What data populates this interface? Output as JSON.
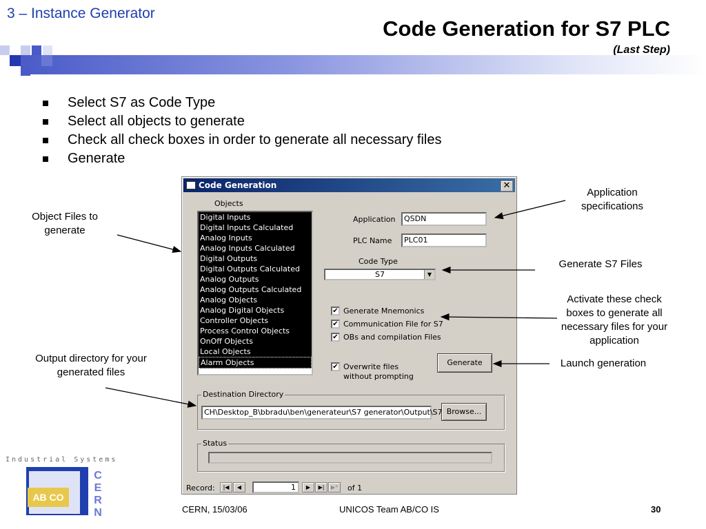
{
  "header": {
    "section": "3 – Instance Generator",
    "title": "Code Generation for S7 PLC",
    "subtitle": "(Last Step)"
  },
  "bullets": [
    "Select S7 as Code Type",
    "Select all objects to generate",
    "Check all check boxes in order to generate all necessary files",
    "Generate"
  ],
  "callouts": {
    "object_files": "Object Files to generate",
    "output_dir": "Output directory for your generated files",
    "app_specs": "Application specifications",
    "gen_s7": "Generate S7 Files",
    "activate": "Activate these check boxes to generate all necessary files for your application",
    "launch": "Launch generation"
  },
  "dialog": {
    "title": "Code Generation",
    "close": "✕",
    "objects_label": "Objects",
    "objects": [
      "Digital Inputs",
      "Digital Inputs Calculated",
      "Analog Inputs",
      "Analog Inputs Calculated",
      "Digital Outputs",
      "Digital Outputs Calculated",
      "Analog Outputs",
      "Analog Outputs Calculated",
      "Analog Objects",
      "Analog Digital Objects",
      "Controller Objects",
      "Process Control Objects",
      "OnOff Objects",
      "Local Objects",
      "Alarm Objects"
    ],
    "application_label": "Application",
    "application_value": "QSDN",
    "plc_label": "PLC Name",
    "plc_value": "PLC01",
    "code_type_label": "Code Type",
    "code_type_value": "S7",
    "checkboxes": [
      {
        "label": "Generate Mnemonics",
        "checked": "✔"
      },
      {
        "label": "Communication File for S7",
        "checked": "✔"
      },
      {
        "label": "OBs and compilation Files",
        "checked": "✔"
      }
    ],
    "overwrite": {
      "label1": "Overwrite files",
      "label2": "without prompting",
      "checked": "✔"
    },
    "generate_button": "Generate",
    "destination_label": "Destination Directory",
    "destination_value": "CH\\Desktop_B\\bbradu\\ben\\generateur\\S7 generator\\Output\\S7",
    "browse_button": "Browse...",
    "status_label": "Status",
    "record_label": "Record:",
    "record_value": "1",
    "record_of": "of 1"
  },
  "footer": {
    "left": "CERN, 15/03/06",
    "center": "UNICOS Team AB/CO IS",
    "page": "30"
  },
  "logo": {
    "top_text": "Industrial Systems",
    "abco": "AB CO",
    "cern": "CERN"
  },
  "colors": {
    "title_blue": "#1f3fae",
    "dialog_title": "#0a246a",
    "banner": "#4a5bc8"
  }
}
